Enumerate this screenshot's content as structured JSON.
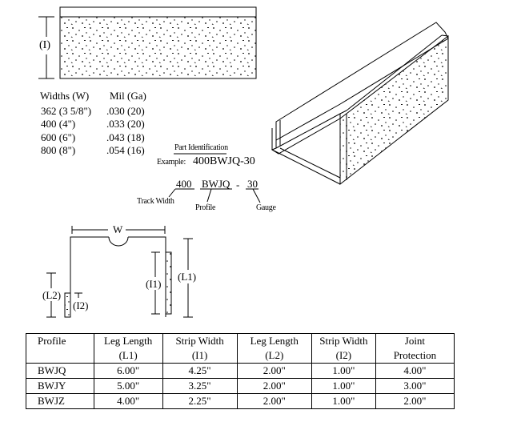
{
  "section_label": "(I)",
  "widths_table": {
    "col1_header": "Widths (W)",
    "col2_header": "Mil (Ga)",
    "rows": [
      {
        "width": "362  (3 5/8\")",
        "mil": ".030 (20)"
      },
      {
        "width": "400  (4\")",
        "mil": ".033 (20)"
      },
      {
        "width": "600  (6\")",
        "mil": ".043 (18)"
      },
      {
        "width": "800  (8\")",
        "mil": ".054 (16)"
      }
    ]
  },
  "part_id": {
    "title": "Part Identification",
    "example_label": "Example:",
    "example_value": "400BWJQ-30",
    "track_width_value": "400",
    "profile_value": "BWJQ",
    "dash": "-",
    "gauge_value": "30",
    "track_width_label": "Track Width",
    "profile_label": "Profile",
    "gauge_label": "Gauge"
  },
  "profile_diagram": {
    "w_label": "W",
    "l1_label": "(L1)",
    "i1_label": "(I1)",
    "l2_label": "(L2)",
    "i2_label": "(I2)"
  },
  "spec_table": {
    "headers": [
      {
        "top": "Profile",
        "bottom": ""
      },
      {
        "top": "Leg Length",
        "bottom": "(L1)"
      },
      {
        "top": "Strip Width",
        "bottom": "(I1)"
      },
      {
        "top": "Leg Length",
        "bottom": "(L2)"
      },
      {
        "top": "Strip Width",
        "bottom": "(I2)"
      },
      {
        "top": "Joint",
        "bottom": "Protection"
      }
    ],
    "rows": [
      [
        "BWJQ",
        "6.00\"",
        "4.25\"",
        "2.00\"",
        "1.00\"",
        "4.00\""
      ],
      [
        "BWJY",
        "5.00\"",
        "3.25\"",
        "2.00\"",
        "1.00\"",
        "3.00\""
      ],
      [
        "BWJZ",
        "4.00\"",
        "2.25\"",
        "2.00\"",
        "1.00\"",
        "2.00\""
      ]
    ]
  }
}
